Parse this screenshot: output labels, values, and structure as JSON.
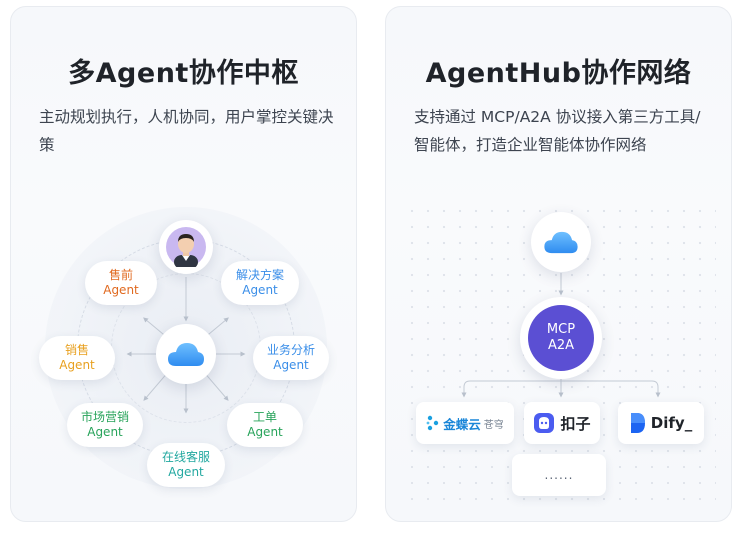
{
  "left": {
    "title": "多Agent协作中枢",
    "description": "主动规划执行，人机协同，用户掌控关键决策",
    "nodes": [
      {
        "id": "presale",
        "line1": "售前",
        "line2": "Agent",
        "color": "#e0691f"
      },
      {
        "id": "solution",
        "line1": "解决方案",
        "line2": "Agent",
        "color": "#3a8ee8"
      },
      {
        "id": "sales",
        "line1": "销售",
        "line2": "Agent",
        "color": "#e8a01f"
      },
      {
        "id": "analysis",
        "line1": "业务分析",
        "line2": "Agent",
        "color": "#3a8ee8"
      },
      {
        "id": "marketing",
        "line1": "市场营销",
        "line2": "Agent",
        "color": "#27a35a"
      },
      {
        "id": "ticket",
        "line1": "工单",
        "line2": "Agent",
        "color": "#27a35a"
      },
      {
        "id": "service",
        "line1": "在线客服",
        "line2": "Agent",
        "color": "#22a8a0"
      }
    ],
    "hub_icon": "cloud-icon",
    "user_icon": "user-avatar"
  },
  "right": {
    "title": "AgentHub协作网络",
    "description": "支持通过 MCP/A2A 协议接入第三方工具/智能体，打造企业智能体协作网络",
    "top_icon": "cloud-icon",
    "protocol": {
      "line1": "MCP",
      "line2": "A2A"
    },
    "integrations": [
      {
        "id": "kingdee",
        "label": "金蝶云",
        "sub": "苍穹",
        "icon": "kingdee-icon"
      },
      {
        "id": "coze",
        "label": "扣子",
        "icon": "coze-icon"
      },
      {
        "id": "dify",
        "label": "Dify_",
        "icon": "dify-icon"
      }
    ],
    "more": "......"
  },
  "colors": {
    "accent_purple": "#5b4fd3",
    "cloud_blue": "#2f8cf0",
    "title": "#1f2329"
  }
}
